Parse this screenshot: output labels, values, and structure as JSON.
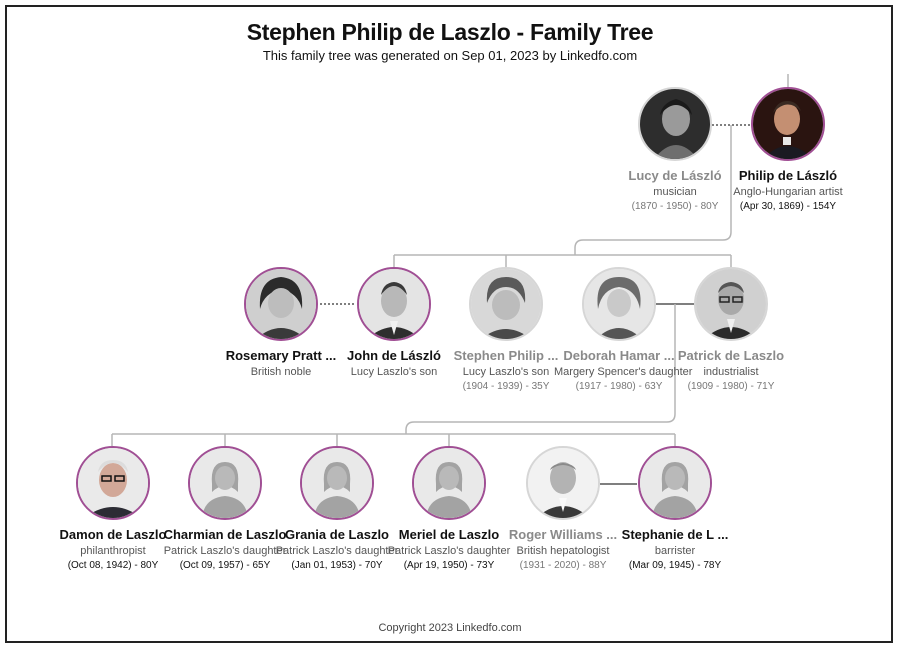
{
  "header": {
    "title": "Stephen Philip de Laszlo - Family Tree",
    "subtitle": "This family tree was generated on Sep 01, 2023 by Linkedfo.com"
  },
  "footer": {
    "copyright": "Copyright 2023 Linkedfo.com"
  },
  "colors": {
    "highlight_border": "#a04f94",
    "line": "#b5b5b5",
    "dim_text": "#8a8a8a"
  },
  "people": {
    "lucy": {
      "name": "Lucy de László",
      "desc": "musician",
      "dates": "(1870 - 1950) - 80Y",
      "photo": "portrait-photo"
    },
    "philip": {
      "name": "Philip de László",
      "desc": "Anglo-Hungarian artist",
      "dates": "(Apr 30, 1869) - 154Y",
      "photo": "portrait-photo"
    },
    "rosemary": {
      "name": "Rosemary Pratt ...",
      "desc": "British noble",
      "dates": "",
      "photo": "portrait-photo"
    },
    "john": {
      "name": "John de László",
      "desc": "Lucy Laszlo's son",
      "dates": "",
      "photo": "portrait-photo"
    },
    "stephen": {
      "name": "Stephen Philip ...",
      "desc": "Lucy Laszlo's son",
      "dates": "(1904 - 1939) - 35Y",
      "photo": "portrait-photo"
    },
    "deborah": {
      "name": "Deborah Hamar ...",
      "desc": "Margery Spencer's daughter",
      "dates": "(1917 - 1980) - 63Y",
      "photo": "portrait-photo"
    },
    "patrick": {
      "name": "Patrick de Laszlo",
      "desc": "industrialist",
      "dates": "(1909 - 1980) - 71Y",
      "photo": "portrait-photo"
    },
    "damon": {
      "name": "Damon de Laszlo",
      "desc": "philanthropist",
      "dates": "(Oct 08, 1942) - 80Y",
      "photo": "portrait-photo"
    },
    "charmian": {
      "name": "Charmian de Laszlo",
      "desc": "Patrick Laszlo's daughter",
      "dates": "(Oct 09, 1957) - 65Y",
      "photo": "avatar-placeholder-icon"
    },
    "grania": {
      "name": "Grania de Laszlo",
      "desc": "Patrick Laszlo's daughter",
      "dates": "(Jan 01, 1953) - 70Y",
      "photo": "avatar-placeholder-icon"
    },
    "meriel": {
      "name": "Meriel de Laszlo",
      "desc": "Patrick Laszlo's daughter",
      "dates": "(Apr 19, 1950) - 73Y",
      "photo": "avatar-placeholder-icon"
    },
    "roger": {
      "name": "Roger Williams ...",
      "desc": "British hepatologist",
      "dates": "(1931 - 2020) - 88Y",
      "photo": "portrait-photo"
    },
    "stephanie": {
      "name": "Stephanie de L ...",
      "desc": "barrister",
      "dates": "(Mar 09, 1945) - 78Y",
      "photo": "avatar-placeholder-icon"
    }
  }
}
